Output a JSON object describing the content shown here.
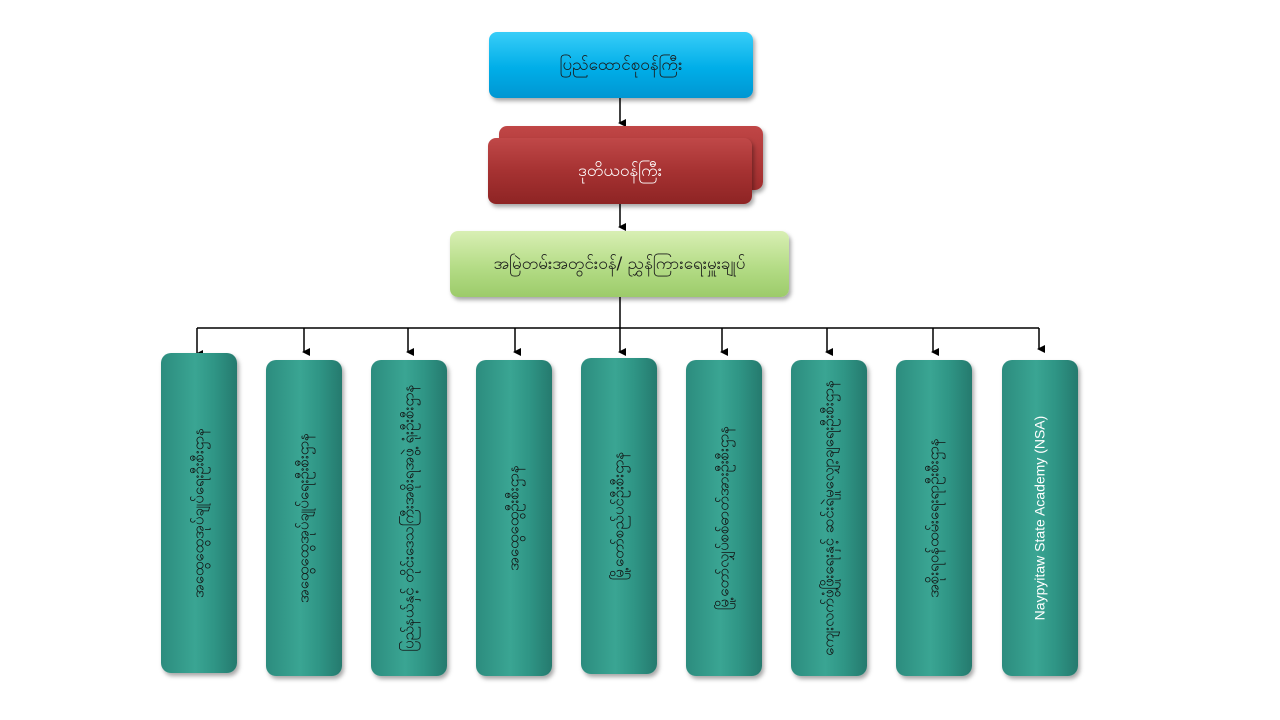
{
  "chart": {
    "top": "ပြည်ထောင်စုဝန်ကြီး",
    "second": "ဒုတိယဝန်ကြီး",
    "third": "အမြဲတမ်းအတွင်းဝန်/ ညွှန်ကြားရေးမှူးချုပ်",
    "departments": [
      "အထွေထွေအုပ်ချုပ်ရေးဦးစီးဌာန",
      "အထွေထွေအုပ်ချုပ်ရေးဦးစီးဌာန",
      "ပြည်နယ်နှင့် တိုင်းဒေသကြီးအစိုးရအဖွဲ့ ရုံးဦးစီးဌာန",
      "အထွေထွေဦးစီးဌာန",
      "မြို့တော်စည်ပင်ဦးစီးဌာန",
      "မြို့တော်လျှပ်စစ်ဓာတ်အားဦးစီးဌာန",
      "ကျေးလက်ဖွံ့ဖြိုးရေးနှင့် ဆင်းရဲမှုလျှော့ချရေးဦးစီးဌာန",
      "အစိုးရဝန်ထမ်းရေးရာဦးစီးဌာန",
      "Naypyitaw State Academy (NSA)"
    ]
  },
  "colors": {
    "top_box": "#00aee8",
    "second_box": "#a63232",
    "third_box": "#b4dc86",
    "department_box": "#3aa593",
    "connector": "#000000"
  }
}
